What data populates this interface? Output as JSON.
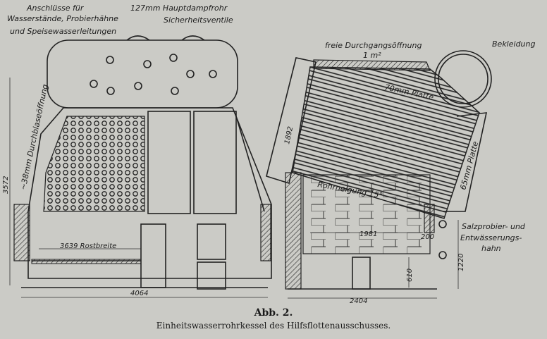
{
  "figure": {
    "number": "Abb. 2.",
    "caption": "Einheitswasserrohrkessel des Hilfsflottenausschusses."
  },
  "labels": {
    "connections_1": "Anschlüsse für",
    "connections_2": "Wasserstände, Probierhähne",
    "connections_3": "und Speisewasserleitungen",
    "main_steam": "127mm Hauptdampfrohr",
    "safety_valves": "Sicherheitsventile",
    "blow_opening": "~38mm Durchblaseöffnung",
    "grate_width": "3639 Rostbreite",
    "free_opening": "freie Durchgangsöffnung",
    "free_opening_area": "1 m²",
    "cladding": "Bekleidung",
    "plate_70": "70mm Platte",
    "plate_65": "65mm Platte",
    "tube_incline": "Rohrneigung 15°",
    "salt_valve_1": "Salzprobier- und",
    "salt_valve_2": "Entwässerungs-",
    "salt_valve_3": "hahn"
  },
  "dimensions": {
    "height_left": "3572",
    "width_left": "4064",
    "side_1892": "1892",
    "d1981": "1981",
    "d200": "200",
    "d610": "610",
    "d1220": "1220",
    "width_right": "2404"
  }
}
